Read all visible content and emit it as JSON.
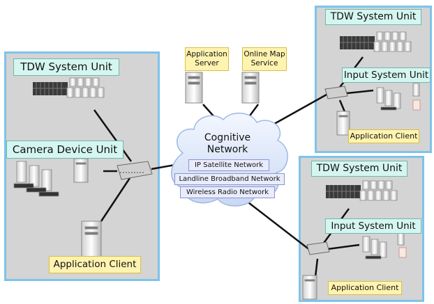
{
  "diagram": {
    "left_panel": {
      "tdw_label": "TDW System Unit",
      "camera_label": "Camera Device Unit",
      "client_label": "Application Client"
    },
    "top_right_panel": {
      "tdw_label": "TDW System Unit",
      "input_label": "Input System Unit",
      "client_label": "Application Client"
    },
    "bottom_right_panel": {
      "tdw_label": "TDW System Unit",
      "input_label": "Input System Unit",
      "client_label": "Application Client"
    },
    "servers": {
      "application_server": "Application\nServer",
      "online_map_service": "Online Map\nService"
    },
    "cloud": {
      "title": "Cognitive\nNetwork",
      "networks": [
        "IP Satellite Network",
        "Landline Broadband Network",
        "Wireless Radio Network"
      ]
    },
    "colors": {
      "panel_border": "#7ec3ea",
      "panel_fill": "#d4d4d4",
      "unit_label_fill": "#d5f6f0",
      "client_label_fill": "#fff3b0",
      "cloud_fill": "#dfe8fb"
    }
  }
}
